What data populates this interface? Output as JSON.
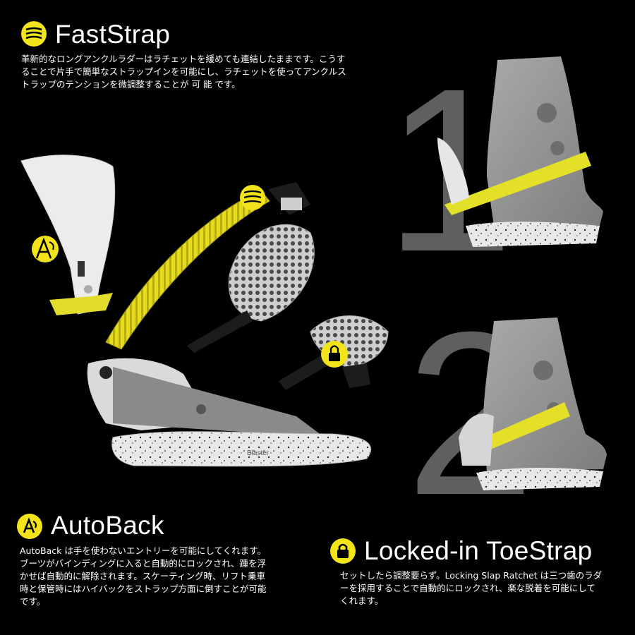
{
  "colors": {
    "accent": "#f2e31a",
    "background": "#000000",
    "numeral": "#5f5f5f"
  },
  "faststrap": {
    "title": "FastStrap",
    "icon": "faststrap-lines-icon",
    "description": "革新的なロングアンクルラダーはラチェットを緩めても連結したままです。こうすることで片手で簡単なストラップインを可能にし、ラチェットを使ってアンクルストラップのテンションを微調整することが 可 能 です。"
  },
  "autoback": {
    "title": "AutoBack",
    "icon": "autoback-a-icon",
    "description": "AutoBack は手を使わないエントリーを可能にしてくれます。ブーツがバインディングに入ると自動的にロックされ、踵を浮かせば自動的に解除されます。スケーティング時、リフト乗車時と保管時にはハイバックをストラップ方面に倒すことが可能です。"
  },
  "toestrap": {
    "title": "Locked-in ToeStrap",
    "icon": "padlock-icon",
    "description": "セットしたら調整要らず。Locking Slap Ratchet は三つ歯のラダーを採用することで自動的にロックされ、楽な脱着を可能にしてくれます。"
  },
  "steps": [
    "1",
    "2"
  ],
  "product": {
    "brand_mark": "Blaster"
  }
}
